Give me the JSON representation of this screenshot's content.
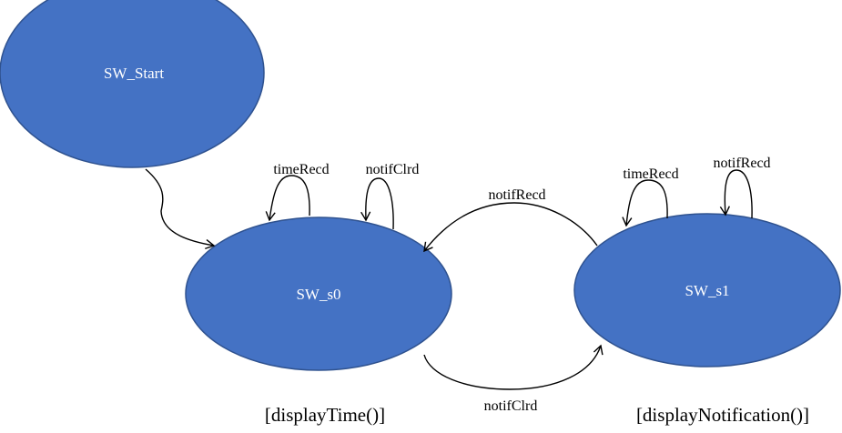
{
  "states": {
    "start": {
      "label": "SW_Start"
    },
    "s0": {
      "label": "SW_s0",
      "action": "[displayTime()]"
    },
    "s1": {
      "label": "SW_s1",
      "action": "[displayNotification()]"
    }
  },
  "transitions": {
    "start_to_s0": {
      "label": ""
    },
    "s0_self_time": {
      "label": "timeRecd"
    },
    "s0_self_notif": {
      "label": "notifClrd"
    },
    "s1_to_s0": {
      "label": "notifRecd"
    },
    "s0_to_s1": {
      "label": "notifClrd"
    },
    "s1_self_time": {
      "label": "timeRecd"
    },
    "s1_self_notif": {
      "label": "notifRecd"
    }
  },
  "colors": {
    "state_fill": "#4472c4",
    "state_stroke": "#2f528f",
    "edge": "#000000",
    "background": "#ffffff"
  }
}
